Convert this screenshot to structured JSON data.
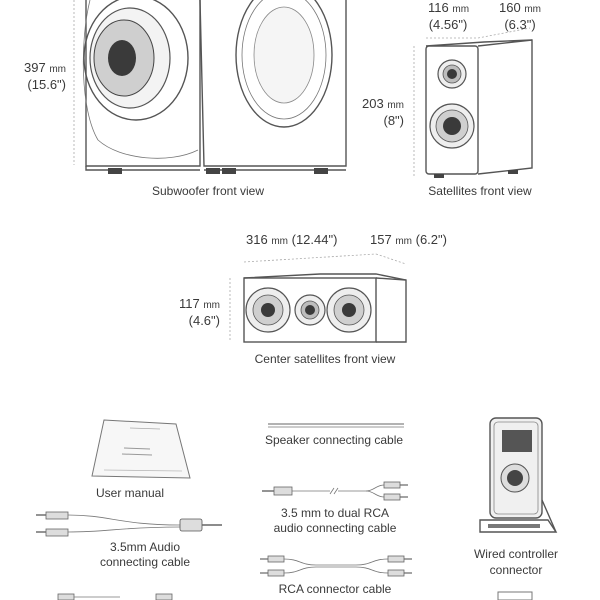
{
  "sub": {
    "h_mm": "397",
    "mm_unit": "mm",
    "h_in": "(15.6\")",
    "caption": "Subwoofer front view"
  },
  "sat": {
    "w_mm": "116",
    "w_in": "(4.56\")",
    "d_mm": "160",
    "d_in": "(6.3\")",
    "h_mm": "203",
    "h_in": "(8\")",
    "caption": "Satellites front view"
  },
  "center": {
    "w_text": "316",
    "w_in": "(12.44\")",
    "d_text": "157",
    "d_in": "(6.2\")",
    "h_mm": "117",
    "h_in": "(4.6\")",
    "caption": "Center satellites front view"
  },
  "accessories": {
    "manual_label": "User manual",
    "speaker_cable_label": "Speaker connecting cable",
    "audio_cable_label_1": "3.5mm Audio",
    "audio_cable_label_2": "connecting cable",
    "dual_rca_label_1": "3.5 mm to dual RCA",
    "dual_rca_label_2": "audio connecting cable",
    "controller_label_1": "Wired controller",
    "controller_label_2": "connector",
    "rca_label": "RCA connector cable"
  },
  "colors": {
    "line": "#555555",
    "woofer": "#3a3a3a",
    "text": "#3a3a3a"
  },
  "icons": [
    "subwoofer-illustration",
    "satellite-speaker-illustration",
    "center-speaker-illustration",
    "user-manual-icon",
    "speaker-cable-icon",
    "audio-cable-icon",
    "dual-rca-cable-icon",
    "rca-cable-icon",
    "wired-controller-icon"
  ]
}
